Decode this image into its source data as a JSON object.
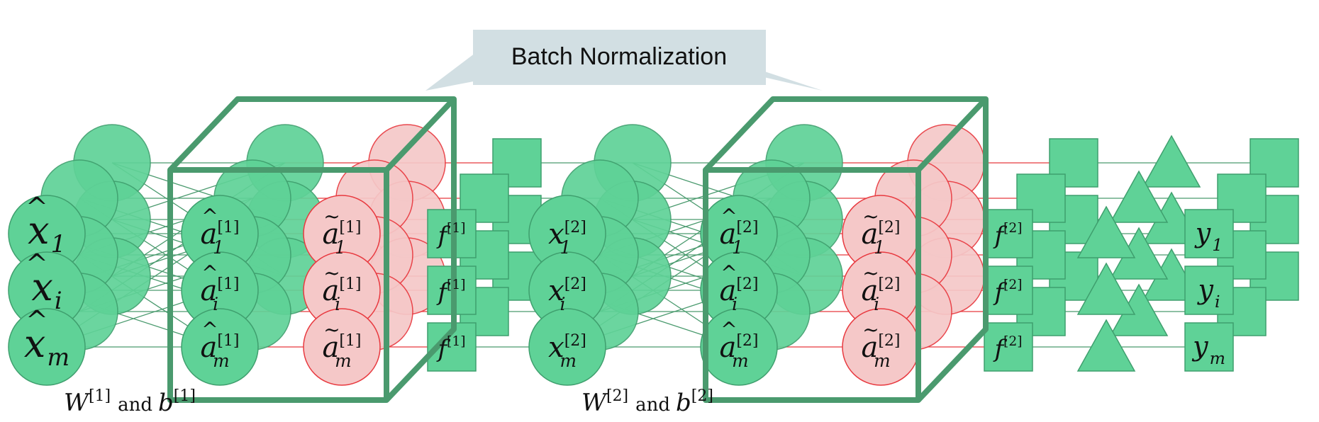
{
  "banner": {
    "text": "Batch Normalization"
  },
  "colors": {
    "green_fill": "#5fd297",
    "green_stroke": "#3f9f6e",
    "pink_fill": "#f5c8c8",
    "pink_stroke": "#e8393f",
    "box_stroke": "#4a9a6e",
    "banner_fill": "#d2dfe3",
    "edge_green": "#4a9a6e",
    "edge_red": "#e8393f"
  },
  "inputs": [
    {
      "base": "x",
      "hat": true,
      "sub": "1"
    },
    {
      "base": "x",
      "hat": true,
      "sub": "i"
    },
    {
      "base": "x",
      "hat": true,
      "sub": "m"
    }
  ],
  "layer1": {
    "a_hat": [
      {
        "base": "a",
        "sub": "1",
        "sup": "[1]"
      },
      {
        "base": "a",
        "sub": "i",
        "sup": "[1]"
      },
      {
        "base": "a",
        "sub": "m",
        "sup": "[1]"
      }
    ],
    "a_tilde": [
      {
        "base": "a",
        "sub": "1",
        "sup": "[1]"
      },
      {
        "base": "a",
        "sub": "i",
        "sup": "[1]"
      },
      {
        "base": "a",
        "sub": "m",
        "sup": "[1]"
      }
    ],
    "f": [
      {
        "base": "f",
        "sup": "[1]"
      },
      {
        "base": "f",
        "sup": "[1]"
      },
      {
        "base": "f",
        "sup": "[1]"
      }
    ],
    "weights": {
      "w": "W",
      "w_sup": "[1]",
      "and": "and",
      "b": "b",
      "b_sup": "[1]"
    }
  },
  "layer2": {
    "x": [
      {
        "base": "x",
        "sub": "1",
        "sup": "[2]"
      },
      {
        "base": "x",
        "sub": "i",
        "sup": "[2]"
      },
      {
        "base": "x",
        "sub": "m",
        "sup": "[2]"
      }
    ],
    "a_hat": [
      {
        "base": "a",
        "sub": "1",
        "sup": "[2]"
      },
      {
        "base": "a",
        "sub": "i",
        "sup": "[2]"
      },
      {
        "base": "a",
        "sub": "m",
        "sup": "[2]"
      }
    ],
    "a_tilde": [
      {
        "base": "a",
        "sub": "1",
        "sup": "[2]"
      },
      {
        "base": "a",
        "sub": "i",
        "sup": "[2]"
      },
      {
        "base": "a",
        "sub": "m",
        "sup": "[2]"
      }
    ],
    "f": [
      {
        "base": "f",
        "sup": "[2]"
      },
      {
        "base": "f",
        "sup": "[2]"
      },
      {
        "base": "f",
        "sup": "[2]"
      }
    ],
    "weights": {
      "w": "W",
      "w_sup": "[2]",
      "and": "and",
      "b": "b",
      "b_sup": "[2]"
    }
  },
  "outputs": [
    {
      "base": "y",
      "sub": "1"
    },
    {
      "base": "y",
      "sub": "i"
    },
    {
      "base": "y",
      "sub": "m"
    }
  ]
}
